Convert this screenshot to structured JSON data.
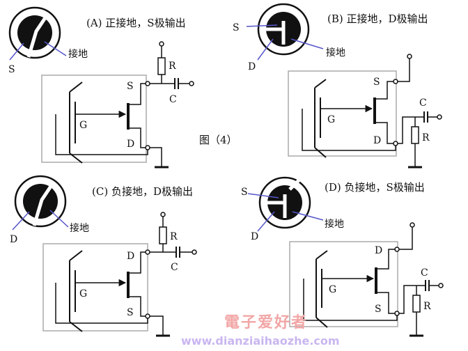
{
  "figure_label": "图（4）",
  "panels": [
    {
      "caption": "(A) 正接地，S极输出",
      "pin_top": "S",
      "pin_bottom": "D",
      "gate": "G",
      "resistor": "R",
      "capacitor": "C",
      "sym_pin": "S",
      "sym_ground": "接地"
    },
    {
      "caption": "(B) 正接地，D极输出",
      "pin_top": "S",
      "pin_bottom": "D",
      "gate": "G",
      "resistor": "R",
      "capacitor": "C",
      "sym_pin_s": "S",
      "sym_pin_d": "D",
      "sym_ground": "接地"
    },
    {
      "caption": "(C) 负接地，D极输出",
      "pin_top": "D",
      "pin_bottom": "S",
      "gate": "G",
      "resistor": "R",
      "capacitor": "C",
      "sym_pin": "D",
      "sym_ground": "接地"
    },
    {
      "caption": "(D) 负接地，S极输出",
      "pin_top": "D",
      "pin_bottom": "S",
      "gate": "G",
      "resistor": "R",
      "capacitor": "C",
      "sym_pin_s": "S",
      "sym_pin_d": "D",
      "sym_ground": "接地"
    }
  ],
  "watermark": {
    "title": "電子爱好者",
    "url": "www.dianziaihaozhe.com"
  }
}
